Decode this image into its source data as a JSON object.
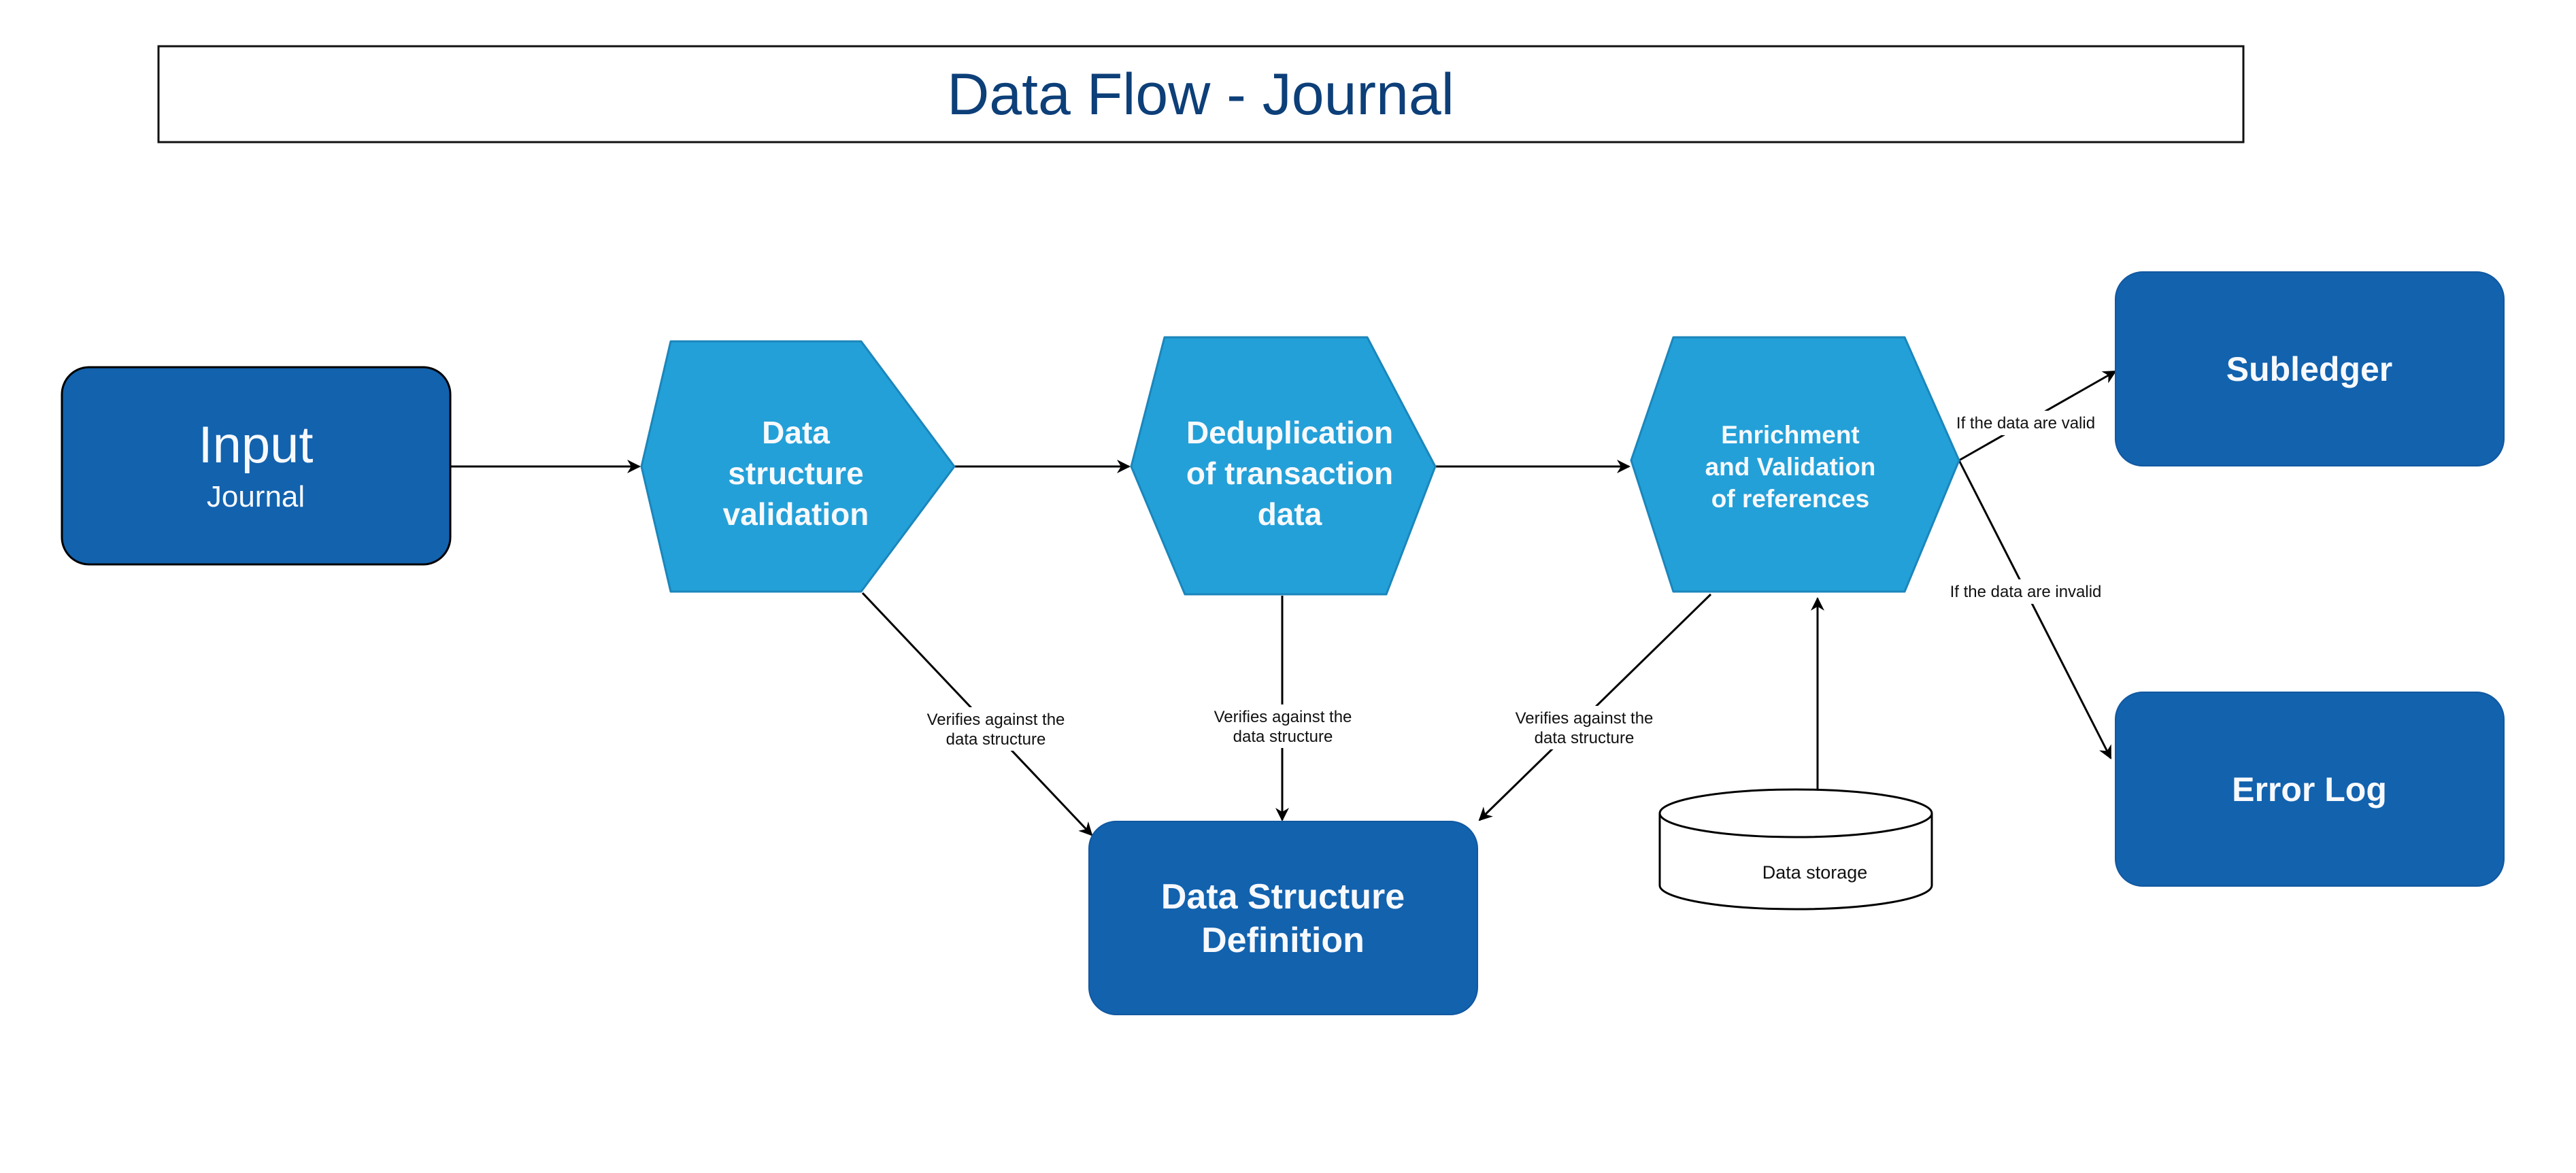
{
  "title": "Data Flow - Journal",
  "colors": {
    "title_text": "#0d3f78",
    "dark_node_fill": "#1262ae",
    "hex_node_fill": "#23a0d8",
    "hex_node_stroke": "#1b86bb",
    "node_text": "#f7f9fc",
    "edge": "#000000"
  },
  "nodes": {
    "input": {
      "title": "Input",
      "subtitle": "Journal"
    },
    "data_structure_validation": {
      "lines": [
        "Data",
        "structure",
        "validation"
      ]
    },
    "deduplication": {
      "lines": [
        "Deduplication",
        "of transaction",
        "data"
      ]
    },
    "enrichment": {
      "lines": [
        "Enrichment",
        "and Validation",
        "of references"
      ]
    },
    "subledger": {
      "label": "Subledger"
    },
    "error_log": {
      "label": "Error Log"
    },
    "data_structure_definition": {
      "lines": [
        "Data Structure",
        "Definition"
      ]
    },
    "data_storage": {
      "label": "Data storage"
    }
  },
  "edges": {
    "verifies_1": [
      "Verifies against the",
      "data structure"
    ],
    "verifies_2": [
      "Verifies against the",
      "data structure"
    ],
    "verifies_3": [
      "Verifies against the",
      "data structure"
    ],
    "valid": "If the data are valid",
    "invalid": "If the data are invalid"
  }
}
